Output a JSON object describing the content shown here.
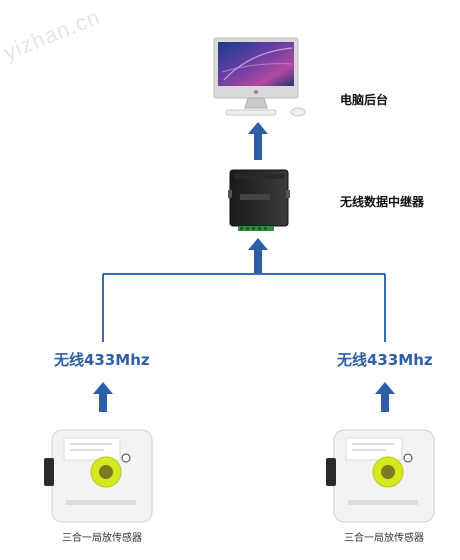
{
  "labels": {
    "computer": "电脑后台",
    "repeater": "无线数据中继器",
    "wireless_left": "无线433Mhz",
    "wireless_right": "无线433Mhz",
    "sensor_left": "三合一局放传感器",
    "sensor_right": "三合一局放传感器"
  },
  "colors": {
    "arrow": "#2f5ea8",
    "line": "#3a68b4",
    "wireless_text": "#2f5ea8",
    "sensor_ring": "#d6e820"
  }
}
